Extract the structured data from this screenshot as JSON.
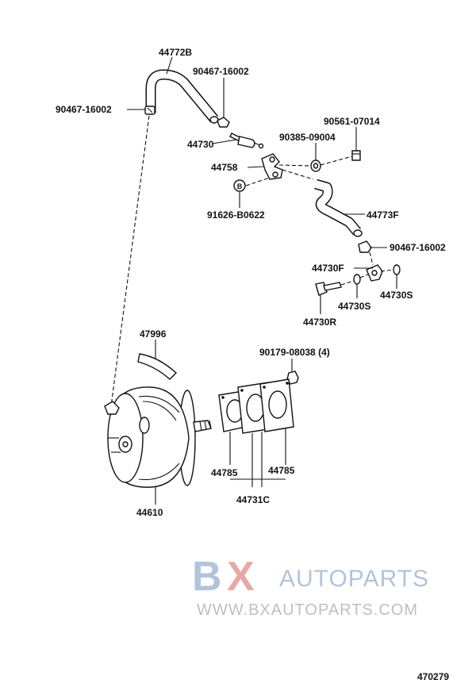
{
  "labels": {
    "p44772B": "44772B",
    "p90467_16002_a": "90467-16002",
    "p90467_16002_b": "90467-16002",
    "p44730": "44730",
    "p90561_07014": "90561-07014",
    "p90385_09004": "90385-09004",
    "p44758": "44758",
    "p91626_B0622": "91626-B0622",
    "p44773F": "44773F",
    "p90467_16002_c": "90467-16002",
    "p44730F": "44730F",
    "p44730S_a": "44730S",
    "p44730S_b": "44730S",
    "p44730R": "44730R",
    "p47996": "47996",
    "p90179_08038": "90179-08038 (4)",
    "p44785_a": "44785",
    "p44785_b": "44785",
    "p44731C": "44731C",
    "p44610": "44610",
    "diagram_number": "470279",
    "bolt_marker": "B"
  },
  "watermark": {
    "b": "B",
    "x": "X",
    "brand": "AUTOPARTS",
    "url": "WWW.BXAUTOPARTS.COM"
  }
}
